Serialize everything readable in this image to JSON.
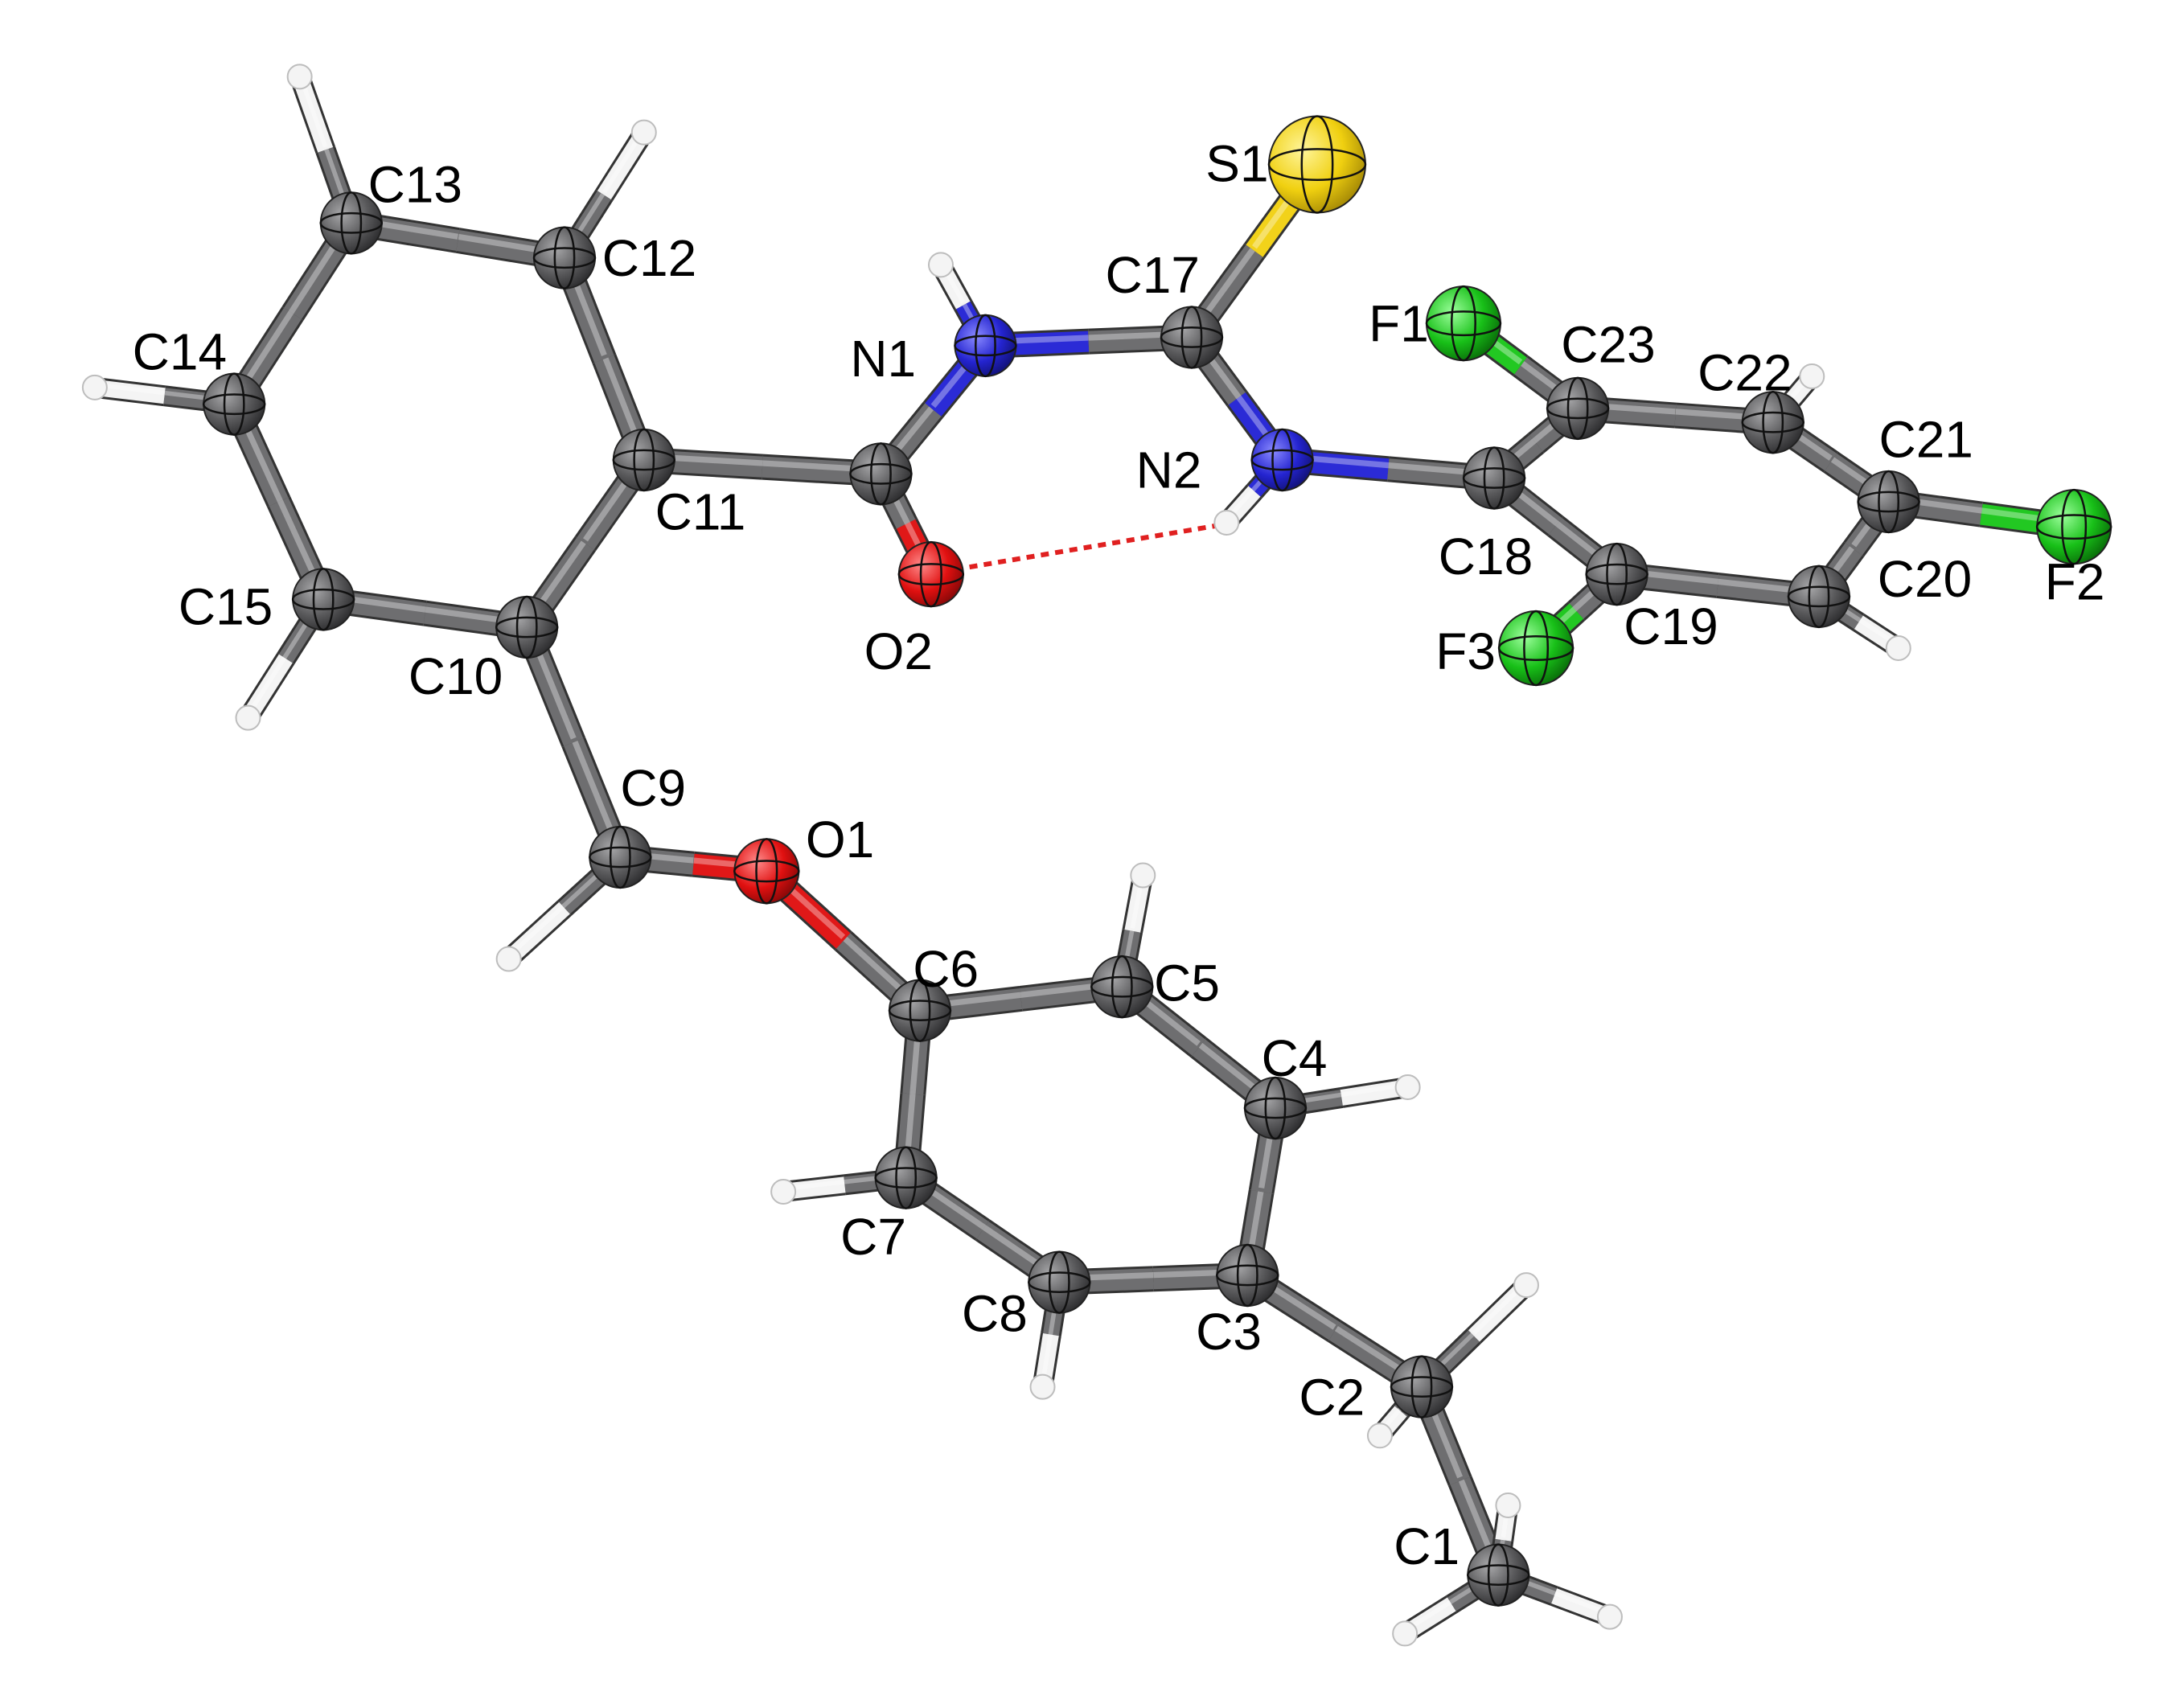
{
  "colors": {
    "carbon": "#6e6e70",
    "nitrogen": "#2b2bd6",
    "oxygen": "#e01818",
    "sulfur": "#f2d21a",
    "fluorine": "#22c822",
    "hydrogen": "#f4f4f4",
    "hbond": "#e02020"
  },
  "labels": {
    "C1": "C1",
    "C2": "C2",
    "C3": "C3",
    "C4": "C4",
    "C5": "C5",
    "C6": "C6",
    "C7": "C7",
    "C8": "C8",
    "C9": "C9",
    "C10": "C10",
    "C11": "C11",
    "C12": "C12",
    "C13": "C13",
    "C14": "C14",
    "C15": "C15",
    "C17": "C17",
    "C18": "C18",
    "C19": "C19",
    "C20": "C20",
    "C21": "C21",
    "C22": "C22",
    "C23": "C23",
    "N1": "N1",
    "N2": "N2",
    "O1": "O1",
    "O2": "O2",
    "S1": "S1",
    "F1": "F1",
    "F2": "F2",
    "F3": "F3"
  }
}
